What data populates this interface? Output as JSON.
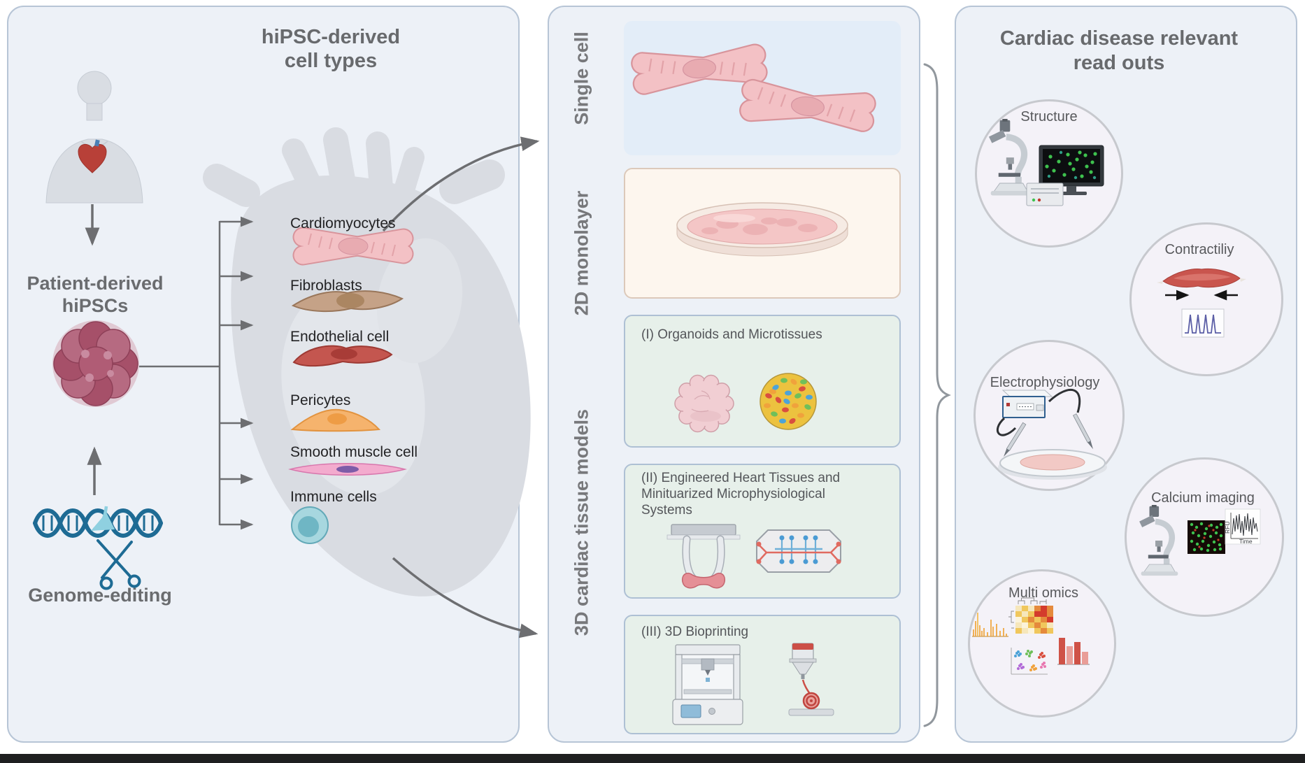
{
  "left_panel": {
    "title_line1": "hiPSC-derived",
    "title_line2": "cell types",
    "patient_line1": "Patient-derived",
    "patient_line2": "hiPSCs",
    "genome_label": "Genome-editing",
    "cell_types": [
      "Cardiomyocytes",
      "Fibroblasts",
      "Endothelial cell",
      "Pericytes",
      "Smooth muscle cell",
      "Immune cells"
    ]
  },
  "middle_panel": {
    "section_labels": [
      "Single cell",
      "2D monolayer",
      "3D cardiac tissue models"
    ],
    "boxes": [
      {
        "label": "(I) Organoids and Microtissues"
      },
      {
        "label": "(II) Engineered Heart Tissues and Minituarized Microphysiological Systems"
      },
      {
        "label": "(III) 3D Bioprinting"
      }
    ]
  },
  "right_panel": {
    "title_line1": "Cardiac disease relevant",
    "title_line2": "read outs",
    "readouts": [
      {
        "label": "Structure"
      },
      {
        "label": "Contractiliy"
      },
      {
        "label": "Electrophysiology"
      },
      {
        "label": "Calcium imaging"
      },
      {
        "label": "Multi omics"
      }
    ],
    "calcium_plot": {
      "ylabel": "RFU",
      "xlabel": "Time"
    }
  },
  "icons": [
    "person-icon",
    "heart-in-chest-icon",
    "stem-cell-colony-icon",
    "dna-scissors-icon",
    "heart-silhouette",
    "cardiomyocyte-icon",
    "fibroblast-icon",
    "endothelial-cell-icon",
    "pericyte-icon",
    "smooth-muscle-cell-icon",
    "immune-cell-icon",
    "petri-dish-icon",
    "organoid-icon",
    "microtissue-icon",
    "eht-posts-icon",
    "microfluidic-chip-icon",
    "printer-3d-icon",
    "bioprint-nozzle-icon",
    "microscope-icon",
    "monitor-icon",
    "muscle-icon",
    "waveform-icon",
    "amplifier-icon",
    "dish-probes-icon",
    "fluorescence-image-icon",
    "trace-plot-icon",
    "heatmap-icon",
    "spectrum-icon",
    "scatter-icon",
    "bar-chart-icon"
  ],
  "colors": {
    "panel_bg": "#edf1f7",
    "panel_border": "#b7c5d6",
    "title_text": "#686a6d",
    "cell_label_text": "#232325",
    "box_blue": "#e3edf8",
    "box_cream": "#fdf6ee",
    "box_green": "#e7f0ea",
    "circle_fill": "#f4f2f8",
    "circle_border": "#c7c9ce",
    "arrow_gray": "#6d6e71",
    "dna_teal": "#1e6b94",
    "footer_bar": "#1e1f20"
  }
}
